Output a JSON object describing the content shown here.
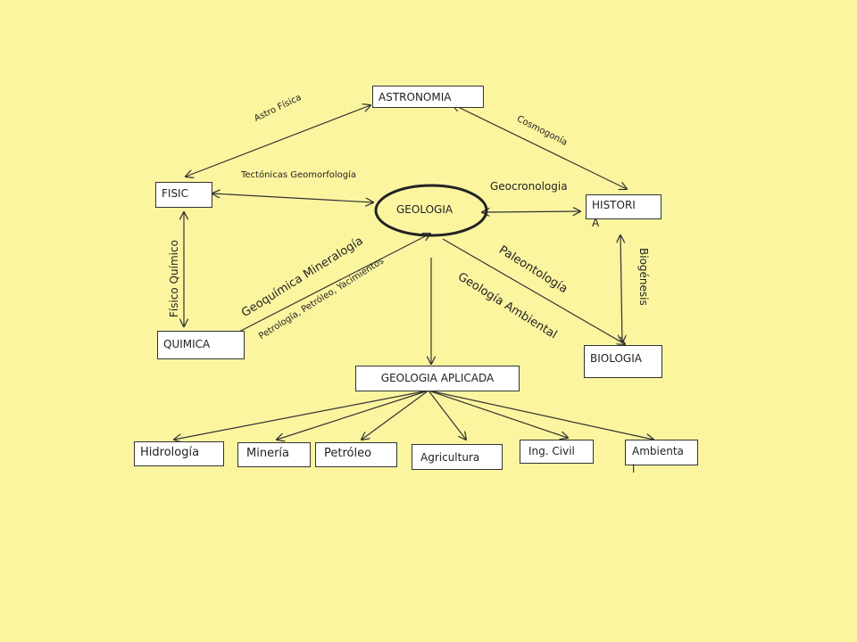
{
  "nodes": {
    "astronomia": "ASTRONOMIA",
    "fisica": "FISIC",
    "geologia": "GEOLOGIA",
    "historia_line1": "HISTORI",
    "historia_line2": "A",
    "quimica": "QUIMICA",
    "biologia": "BIOLOGIA",
    "geologia_aplicada": "GEOLOGIA  APLICADA",
    "hidrologia": "Hidrología",
    "mineria": "Minería",
    "petroleo": "Petróleo",
    "agricultura": "Agricultura",
    "ing_civil": "Ing. Civil",
    "ambiental_line1": "Ambienta",
    "ambiental_line2": "l"
  },
  "labels": {
    "astro_fisica": "Astro Física",
    "cosmogonia": "Cosmogonía",
    "tectonicas": "Tectónicas  Geomorfología",
    "geocronologia": "Geocronologia",
    "fisico_quimico": "Físico Químico",
    "geoquimica": "Geoquímica Mineralogía",
    "petrologia": "Petrología, Petróleo, Yacimientos",
    "paleontologia": "Paleontología",
    "geologia_ambiental": "Geología Ambiental",
    "biogenesis": "Biogénesis"
  },
  "colors": {
    "background": "#FBF5A0",
    "box_fill": "#FFFFFF",
    "line": "#333333"
  }
}
